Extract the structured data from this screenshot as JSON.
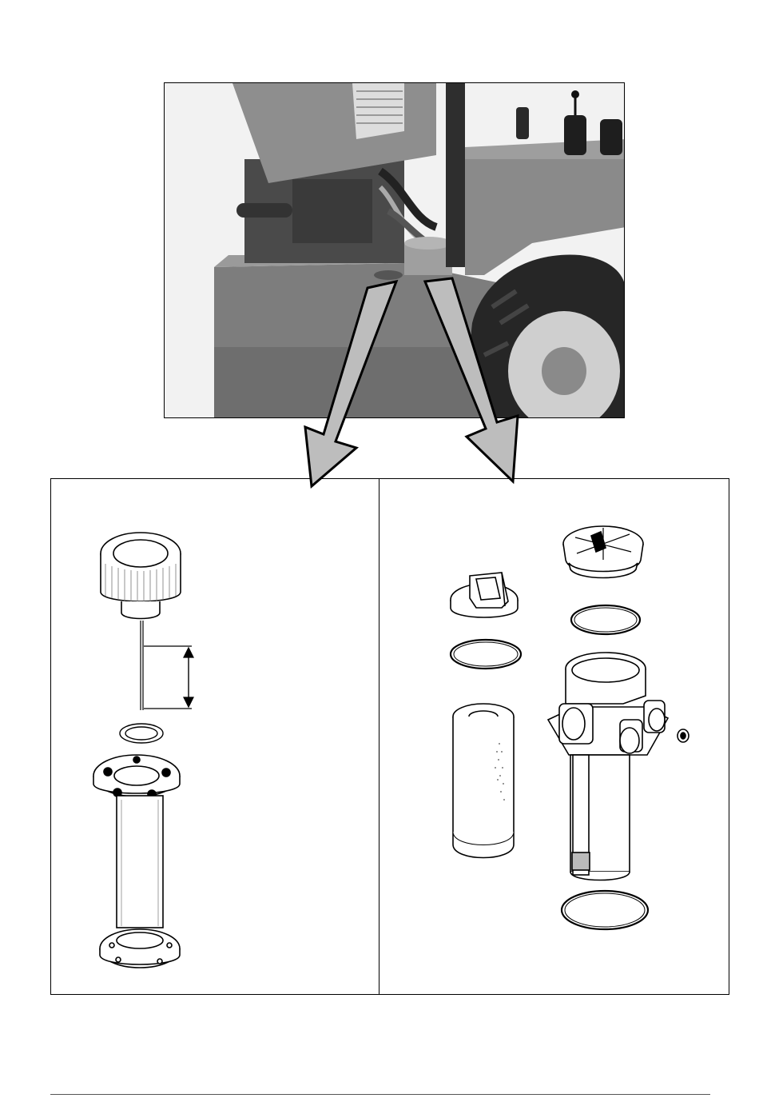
{
  "colors": {
    "machine_body": "#8a8a8a",
    "machine_dark": "#3c3c3c",
    "tire": "#2a2a2a",
    "arrow_fill": "#bdbdbd",
    "line": "#000000"
  },
  "photo": {
    "subject": "machine-engine-bay-photo"
  },
  "left_panel": {
    "parts": [
      "filler-cap",
      "dipstick",
      "gasket",
      "filler-neck-tube"
    ]
  },
  "right_panel": {
    "parts": [
      "filter-cover",
      "oring-top",
      "oring-small",
      "filter-element",
      "filter-housing",
      "plug",
      "oring-bottom",
      "valve-insert"
    ]
  }
}
